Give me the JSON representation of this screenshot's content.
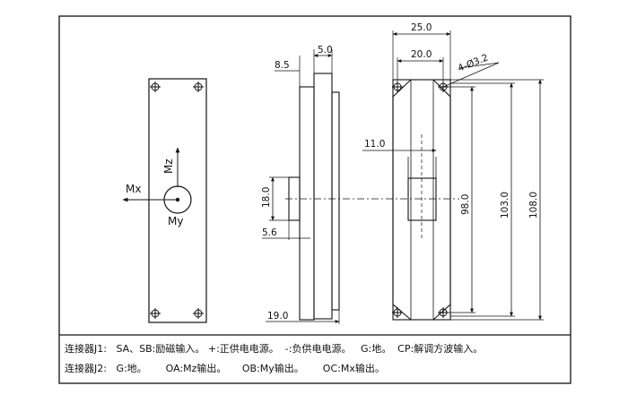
{
  "front_view": {
    "label_mx": "Mx",
    "label_mz": "Mz",
    "label_my": "My"
  },
  "side_view": {
    "dim_top_left": "8.5",
    "dim_top_right": "5.0",
    "dim_vertical": "18.0",
    "dim_lower": "5.6",
    "dim_bottom": "19.0"
  },
  "right_view": {
    "dim_width_outer": "25.0",
    "dim_width_inner": "20.0",
    "dim_holes": "4-Ø3.2",
    "dim_slot": "11.0",
    "dim_height_98": "98.0",
    "dim_height_103": "103.0",
    "dim_height_108": "108.0"
  },
  "notes": {
    "j1": "连接器J1:   SA、SB:励磁输入。 +:正供电电源。  -:负供电电源。   G:地。  CP:解调方波输入。",
    "j2": "连接器J2:   G:地。      OA:Mz输出。     OB:My输出。      OC:Mx输出。"
  }
}
